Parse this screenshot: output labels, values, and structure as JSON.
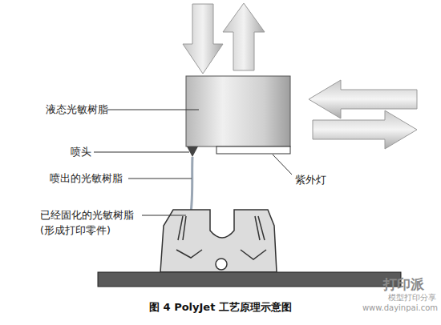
{
  "diagram": {
    "caption": "图 4 PolyJet 工艺原理示意图",
    "labels": [
      "液态光敏树脂",
      "喷头",
      "喷出的光敏树脂",
      "紫外灯",
      "已经固化的光敏树脂",
      "(形成打印零件)",
      "打印派",
      "模型打印分享",
      "www.dayinpai.com"
    ]
  }
}
